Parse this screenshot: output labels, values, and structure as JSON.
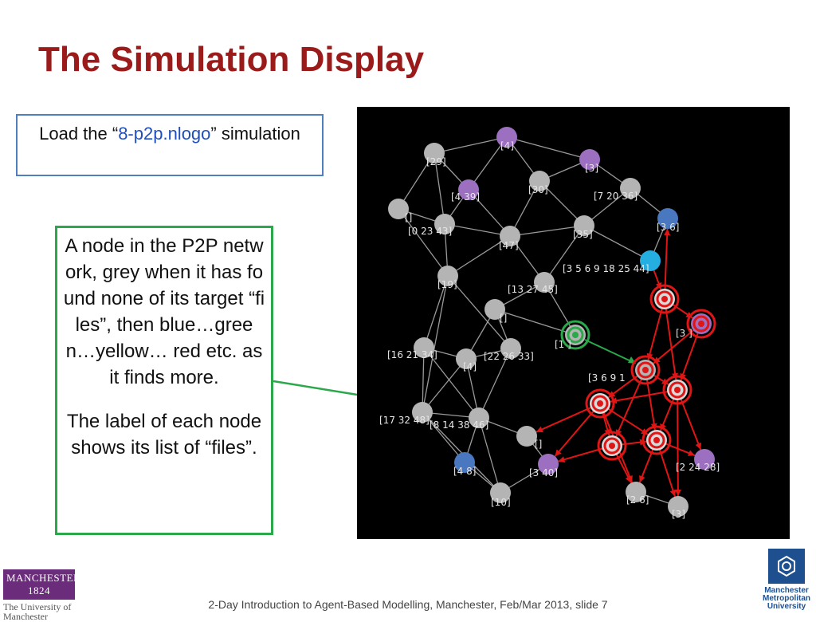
{
  "slide": {
    "title": "The Simulation Display",
    "load_prefix": "Load the “",
    "load_model": "8-p2p.nlogo",
    "load_suffix": "” simulation",
    "explanation_1": "A node in the P2P network, grey when it has found none of its target “files”, then blue…green…yellow… red etc. as it finds more.",
    "explanation_2": "The label of each node shows its list of “files”.",
    "footer": "2-Day Introduction to Agent-Based Modelling, Manchester, Feb/Mar 2013, slide 7"
  },
  "logos": {
    "manchester_bar": "MANCHESTER 1824",
    "manchester_uni": "The University of Manchester",
    "mmu": "Manchester Metropolitan University"
  },
  "colors": {
    "title": "#9b1b1b",
    "grey_node": "#b4b4b4",
    "purple_node": "#9c6fc0",
    "blue_node": "#4a78c0",
    "cyan_node": "#25aee0",
    "edge": "#9a9a9a",
    "active": "#e01515",
    "highlight": "#2aa84a"
  },
  "network": {
    "nodes": [
      {
        "id": "n4",
        "label": "[4]",
        "color": "purple"
      },
      {
        "id": "n29",
        "label": "[29]",
        "color": "grey"
      },
      {
        "id": "n3a",
        "label": "[3]",
        "color": "purple"
      },
      {
        "id": "n439",
        "label": "[4 39]",
        "color": "purple"
      },
      {
        "id": "n30",
        "label": "[30]",
        "color": "grey"
      },
      {
        "id": "n72036",
        "label": "[7 20 36]",
        "color": "grey"
      },
      {
        "id": "ne1",
        "label": "[]",
        "color": "grey"
      },
      {
        "id": "n02343",
        "label": "[0 23 43]",
        "color": "grey"
      },
      {
        "id": "n36",
        "label": "[3 6]",
        "color": "blue"
      },
      {
        "id": "n47",
        "label": "[47]",
        "color": "grey"
      },
      {
        "id": "n35",
        "label": "[35]",
        "color": "grey"
      },
      {
        "id": "n356",
        "label": "[3 5 6 9 18 25 44]",
        "color": "cyan"
      },
      {
        "id": "n19",
        "label": "[19]",
        "color": "grey"
      },
      {
        "id": "n132745",
        "label": "[13 27 45]",
        "color": "grey"
      },
      {
        "id": "ne2",
        "label": "[]",
        "color": "grey"
      },
      {
        "id": "n162134",
        "label": "[16 21 34]",
        "color": "grey"
      },
      {
        "id": "n222633",
        "label": "[22 26 33]",
        "color": "grey"
      },
      {
        "id": "n4b",
        "label": "[4]",
        "color": "grey"
      },
      {
        "id": "n1x",
        "label": "[1 ]",
        "color": "grey"
      },
      {
        "id": "n3x",
        "label": "[3  ]",
        "color": "red"
      },
      {
        "id": "n369",
        "label": "[3 6 9 1",
        "color": "red"
      },
      {
        "id": "n173248",
        "label": "[17 32 48]",
        "color": "grey"
      },
      {
        "id": "n8143846",
        "label": "[8 14 38 46]",
        "color": "grey"
      },
      {
        "id": "ne3",
        "label": "[]",
        "color": "grey"
      },
      {
        "id": "n48",
        "label": "[4 8]",
        "color": "blue"
      },
      {
        "id": "n340",
        "label": "[3 40]",
        "color": "purple"
      },
      {
        "id": "n22428",
        "label": "[2 24 28]",
        "color": "purple"
      },
      {
        "id": "n10",
        "label": "[10]",
        "color": "grey"
      },
      {
        "id": "n26",
        "label": "[2 6]",
        "color": "grey"
      },
      {
        "id": "n3b",
        "label": "[3]",
        "color": "grey"
      },
      {
        "id": "nr1",
        "label": "",
        "color": "red"
      },
      {
        "id": "nr2",
        "label": "",
        "color": "red"
      },
      {
        "id": "nr3",
        "label": "",
        "color": "red"
      },
      {
        "id": "nr4",
        "label": "",
        "color": "red"
      },
      {
        "id": "nr5",
        "label": "",
        "color": "red"
      }
    ]
  }
}
